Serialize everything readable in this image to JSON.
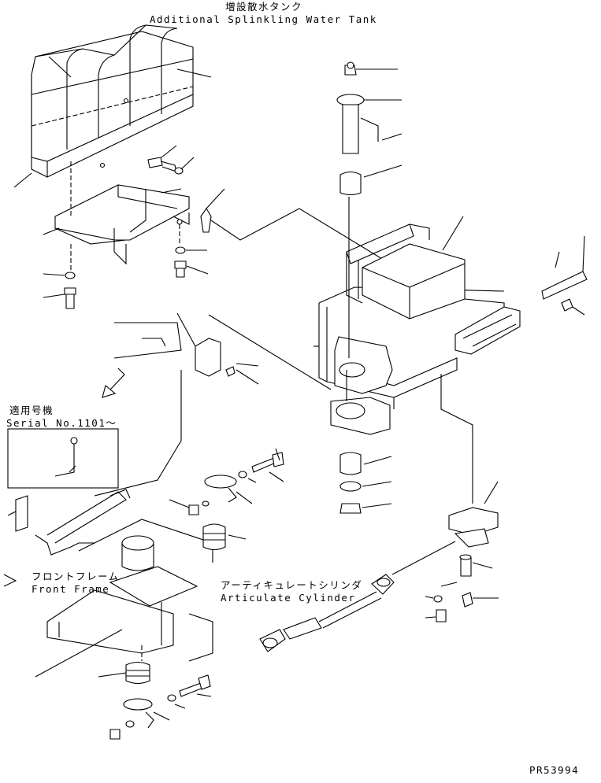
{
  "labels": {
    "tank_jp": "増設散水タンク",
    "tank_en": "Additional Splinkling Water Tank",
    "serial_jp": "適用号機",
    "serial_en": "Serial No.1101～",
    "front_frame_jp": "フロントフレーム",
    "front_frame_en": "Front Frame",
    "cylinder_jp": "アーティキュレートシリンダ",
    "cylinder_en": "Articulate Cylinder",
    "drawing_no": "PR53994"
  }
}
